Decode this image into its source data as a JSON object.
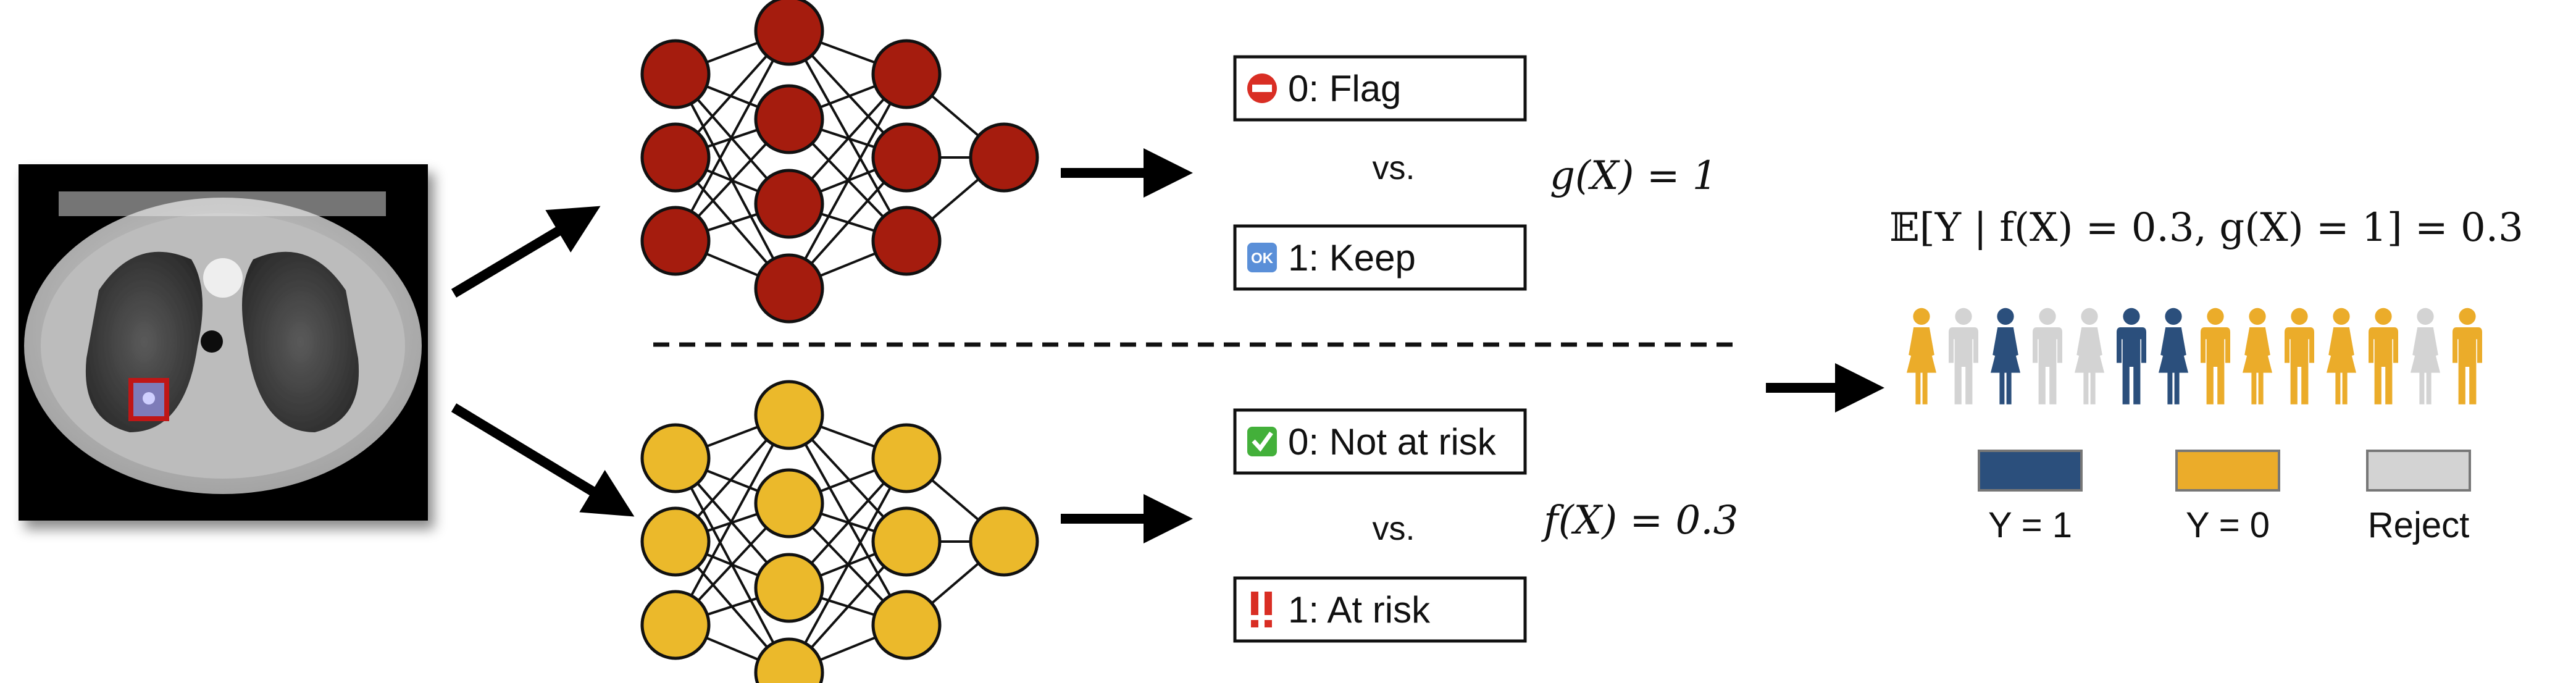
{
  "colors": {
    "flag_net": "#a51c0e",
    "risk_net": "#ebb92b",
    "y1": "#2b4f7c",
    "y0": "#ebac2a",
    "reject": "#d3d3d3",
    "edge": "#111111"
  },
  "gate": {
    "option_a": "0: Flag",
    "option_a_icon": "no-entry-icon",
    "option_b": "1: Keep",
    "option_b_icon": "ok-icon",
    "ok_badge": "OK",
    "vs": "vs.",
    "output_label": "g(X) = 1"
  },
  "predictor": {
    "option_a": "0: Not at risk",
    "option_a_icon": "check-mark-icon",
    "option_b": "1: At risk",
    "option_b_icon": "double-exclamation-icon",
    "vs": "vs.",
    "output_label": "f(X) = 0.3"
  },
  "result": {
    "expectation": "𝔼[Y | f(X) = 0.3, g(X) = 1] = 0.3",
    "population": [
      {
        "sex": "female",
        "cls": "y0"
      },
      {
        "sex": "male",
        "cls": "reject"
      },
      {
        "sex": "female",
        "cls": "y1"
      },
      {
        "sex": "male",
        "cls": "reject"
      },
      {
        "sex": "female",
        "cls": "reject"
      },
      {
        "sex": "male",
        "cls": "y1"
      },
      {
        "sex": "female",
        "cls": "y1"
      },
      {
        "sex": "male",
        "cls": "y0"
      },
      {
        "sex": "female",
        "cls": "y0"
      },
      {
        "sex": "male",
        "cls": "y0"
      },
      {
        "sex": "female",
        "cls": "y0"
      },
      {
        "sex": "male",
        "cls": "y0"
      },
      {
        "sex": "female",
        "cls": "reject"
      },
      {
        "sex": "male",
        "cls": "y0"
      }
    ]
  },
  "legend": [
    {
      "label": "Y = 1",
      "cls": "y1"
    },
    {
      "label": "Y = 0",
      "cls": "y0"
    },
    {
      "label": "Reject",
      "cls": "reject"
    }
  ]
}
